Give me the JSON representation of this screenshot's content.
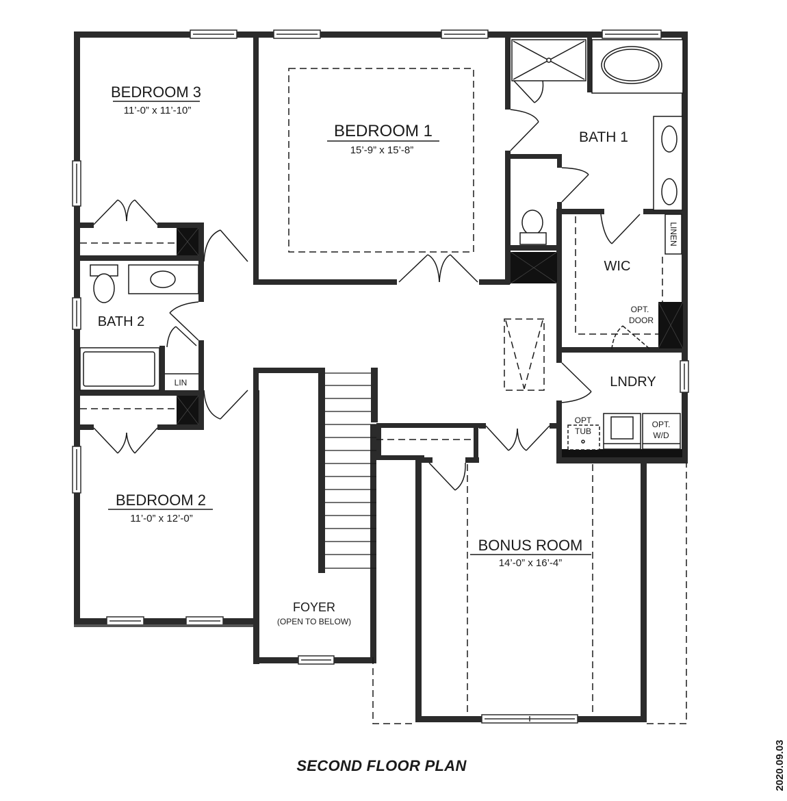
{
  "plan_title": "SECOND FLOOR PLAN",
  "date_stamp": "2020.09.03",
  "colors": {
    "wall": "#2b2b2b",
    "line": "#1a1a1a",
    "background": "#ffffff"
  },
  "rooms": {
    "bedroom3": {
      "name": "BEDROOM 3",
      "dims": "11’-0” x 11’-10”"
    },
    "bedroom1": {
      "name": "BEDROOM 1",
      "dims": "15’-9” x 15’-8”"
    },
    "bath1": {
      "name": "BATH 1"
    },
    "bath2": {
      "name": "BATH 2"
    },
    "wic": {
      "name": "WIC"
    },
    "linen": {
      "name": "LINEN"
    },
    "lin": {
      "name": "LIN"
    },
    "opt_door": {
      "line1": "OPT.",
      "line2": "DOOR"
    },
    "laundry": {
      "name": "LNDRY"
    },
    "opt_tub": {
      "line1": "OPT",
      "line2": "TUB"
    },
    "opt_wd": {
      "line1": "OPT.",
      "line2": "W/D"
    },
    "bedroom2": {
      "name": "BEDROOM 2",
      "dims": "11’-0” x 12’-0”"
    },
    "bonus": {
      "name": "BONUS ROOM",
      "dims": "14’-0” x 16’-4”"
    },
    "foyer": {
      "name": "FOYER",
      "note": "(OPEN TO BELOW)"
    }
  }
}
